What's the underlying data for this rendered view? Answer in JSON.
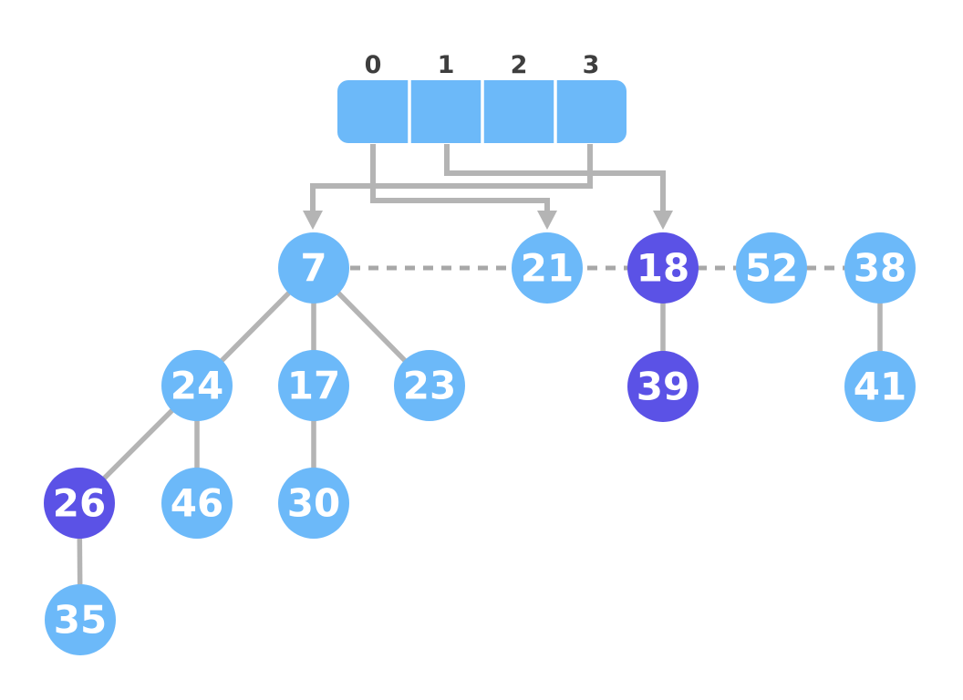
{
  "colors": {
    "array_fill": "#6CB9F9",
    "separator_white": "#FFFFFF",
    "index_label": "#3E3E3E",
    "edge_gray": "#B4B4B4",
    "dash_gray": "#A8A8A8",
    "node_blue": "#6CB9F9",
    "node_purple": "#5B52E6",
    "node_text": "#FFFFFF"
  },
  "array": {
    "indices": {
      "0": "0",
      "1": "1",
      "2": "2",
      "3": "3"
    }
  },
  "nodes": {
    "n7": {
      "value": "7",
      "color": "#6CB9F9"
    },
    "n21": {
      "value": "21",
      "color": "#6CB9F9"
    },
    "n18": {
      "value": "18",
      "color": "#5B52E6"
    },
    "n52": {
      "value": "52",
      "color": "#6CB9F9"
    },
    "n38": {
      "value": "38",
      "color": "#6CB9F9"
    },
    "n24": {
      "value": "24",
      "color": "#6CB9F9"
    },
    "n17": {
      "value": "17",
      "color": "#6CB9F9"
    },
    "n23": {
      "value": "23",
      "color": "#6CB9F9"
    },
    "n39": {
      "value": "39",
      "color": "#5B52E6"
    },
    "n41": {
      "value": "41",
      "color": "#6CB9F9"
    },
    "n26": {
      "value": "26",
      "color": "#5B52E6"
    },
    "n46": {
      "value": "46",
      "color": "#6CB9F9"
    },
    "n30": {
      "value": "30",
      "color": "#6CB9F9"
    },
    "n35": {
      "value": "35",
      "color": "#6CB9F9"
    }
  },
  "structure": {
    "root_list_order": [
      "7",
      "21",
      "18",
      "52",
      "38"
    ],
    "array_pointers": [
      {
        "index": "0",
        "target": "21"
      },
      {
        "index": "1",
        "target": "18"
      },
      {
        "index": "3",
        "target": "7"
      }
    ],
    "tree_edges": [
      [
        "7",
        "24"
      ],
      [
        "7",
        "17"
      ],
      [
        "7",
        "23"
      ],
      [
        "24",
        "26"
      ],
      [
        "24",
        "46"
      ],
      [
        "17",
        "30"
      ],
      [
        "26",
        "35"
      ],
      [
        "18",
        "39"
      ],
      [
        "38",
        "41"
      ]
    ],
    "highlighted_nodes": [
      "18",
      "39",
      "26"
    ]
  }
}
